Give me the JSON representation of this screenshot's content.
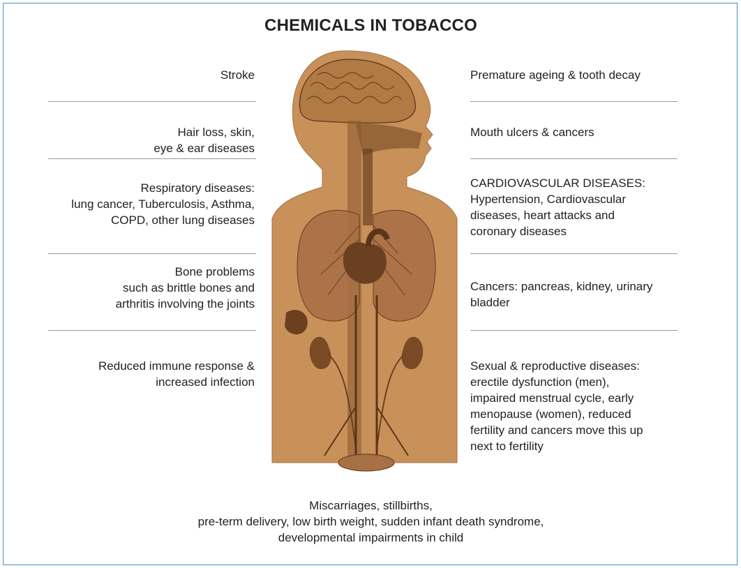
{
  "title": "CHEMICALS IN TOBACCO",
  "left_labels": [
    [
      "Stroke"
    ],
    [
      "Hair loss, skin,",
      "eye & ear diseases"
    ],
    [
      "Respiratory diseases:",
      "lung cancer, Tuberculosis, Asthma,",
      "COPD, other lung diseases"
    ],
    [
      "Bone problems",
      "such as brittle bones and",
      "arthritis involving the joints"
    ],
    [
      "Reduced immune response &",
      "increased infection"
    ]
  ],
  "right_labels": [
    [
      "Premature ageing & tooth decay"
    ],
    [
      "Mouth ulcers & cancers"
    ],
    [
      "CARDIOVASCULAR DISEASES:",
      "Hypertension, Cardiovascular",
      "diseases, heart attacks and",
      "coronary  diseases"
    ],
    [
      "Cancers: pancreas, kidney, urinary",
      "bladder"
    ],
    [
      "Sexual & reproductive diseases:",
      "erectile dysfunction (men),",
      "impaired menstrual cycle, early",
      "menopause (women), reduced",
      "fertility and cancers move this up",
      "next to fertility"
    ]
  ],
  "bottom_label": [
    "Miscarriages, stillbirths,",
    "pre-term delivery, low birth weight, sudden infant death syndrome,",
    "developmental impairments in child"
  ],
  "colors": {
    "body": "#c8915a",
    "body_dark": "#8a5a30",
    "organ": "#6b4020",
    "frame": "#4a90c8",
    "divider": "#9a9a9a"
  },
  "figure_icon": "human-anatomy-figure"
}
